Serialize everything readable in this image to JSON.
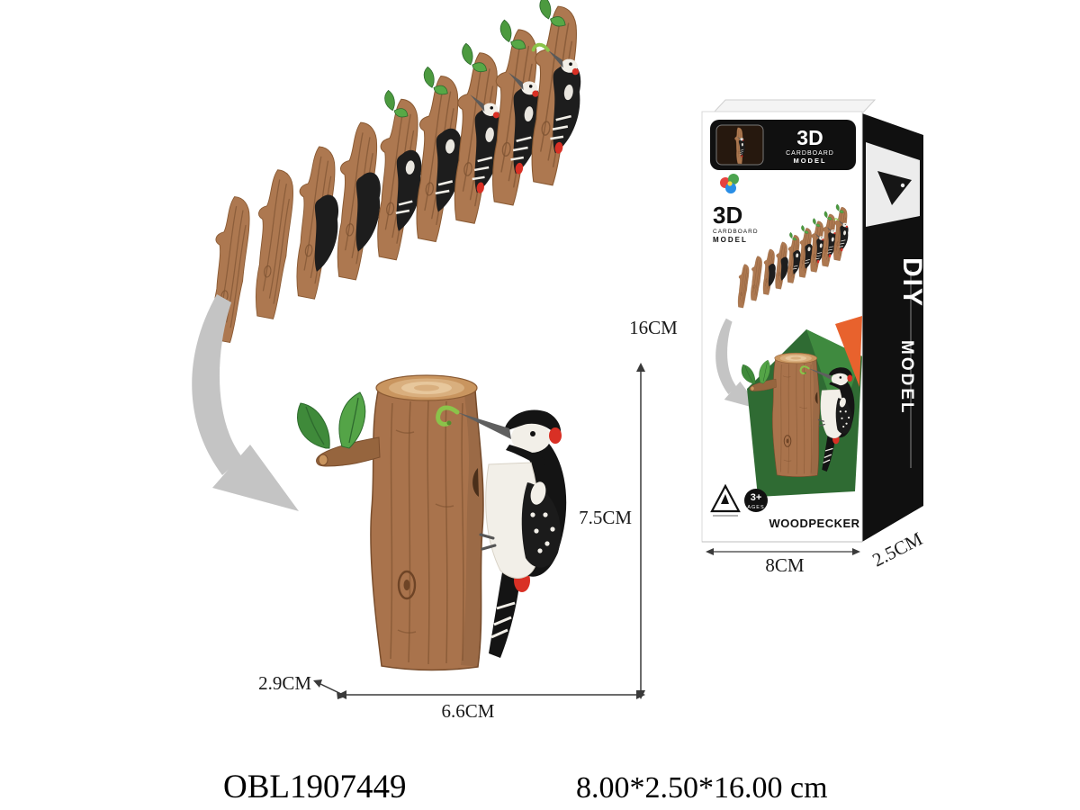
{
  "dimensions": {
    "box_height": "16CM",
    "model_height": "7.5CM",
    "model_depth": "2.9CM",
    "model_width": "6.6CM",
    "box_width": "8CM",
    "box_depth": "2.5CM"
  },
  "package": {
    "header": {
      "title": "3D",
      "line1": "CARDBOARD",
      "line2": "MODEL"
    },
    "front": {
      "title": "3D",
      "line1": "CARDBOARD",
      "line2": "MODEL"
    },
    "side": {
      "title": "DIY",
      "subtitle": "MODEL"
    },
    "product_name": "WOODPECKER",
    "age_badge": {
      "age": "3+",
      "label": "AGES"
    }
  },
  "footer": {
    "item_code": "OBL1907449",
    "item_size": "8.00*2.50*16.00 cm"
  },
  "illustration": {
    "assembly_step_count": 9,
    "subject": "woodpecker on tree trunk 3D cardboard model"
  },
  "icons": {
    "assembly_arrow_icon": "curved-swoosh-arrow",
    "warning_icon": "warning-triangle",
    "age_icon": "age-circle-badge"
  },
  "colors": {
    "wood": "#a9734c",
    "wood_dark": "#7a4e2d",
    "wood_light": "#d9af7e",
    "leaf_green": "#4c9a3f",
    "accent_red": "#d93025",
    "accent_orange": "#e8622d",
    "backdrop_green": "#2f6b33",
    "panel_black": "#111111",
    "arrow_gray": "#c4c4c4"
  }
}
